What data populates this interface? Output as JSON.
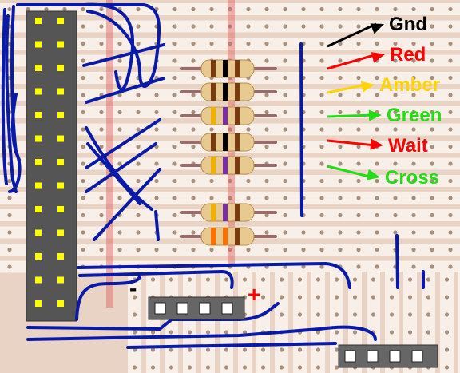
{
  "diagram": {
    "board": "stripboard",
    "labels": [
      {
        "id": "gnd",
        "text": "Gnd",
        "color": "#000000"
      },
      {
        "id": "red",
        "text": "Red",
        "color": "#ff0000"
      },
      {
        "id": "amber",
        "text": "Amber",
        "color": "#ffd400"
      },
      {
        "id": "green",
        "text": "Green",
        "color": "#22dd11"
      },
      {
        "id": "wait",
        "text": "Wait",
        "color": "#ff0000"
      },
      {
        "id": "cross",
        "text": "Cross",
        "color": "#22dd11"
      }
    ],
    "minus_sign": "-",
    "plus_sign": "+",
    "colors": {
      "board": "#e8d3c4",
      "strip": "#f7efe8",
      "hole": "#a8907c",
      "cut_line": "#e06060",
      "wire": "#0a1aa8",
      "header": "#555555",
      "pin": "#ffff00",
      "resistor_body": "#e8c98f",
      "lead": "#9a6b6b"
    },
    "resistors": [
      {
        "bands": [
          "#7a3a10",
          "#000000",
          "#7a3a10"
        ]
      },
      {
        "bands": [
          "#7a3a10",
          "#000000",
          "#7a3a10"
        ]
      },
      {
        "bands": [
          "#f0b000",
          "#7a2da8",
          "#7a3a10"
        ]
      },
      {
        "bands": [
          "#7a3a10",
          "#000000",
          "#7a3a10"
        ]
      },
      {
        "bands": [
          "#f0b000",
          "#7a2da8",
          "#7a3a10"
        ]
      },
      {
        "bands": [
          "#f0b000",
          "#7a2da8",
          "#7a3a10"
        ]
      },
      {
        "bands": [
          "#ff7000",
          "#ff7000",
          "#7a3a10"
        ]
      }
    ],
    "header_pin_rows": 13,
    "connector_a_pins": 4,
    "connector_b_pins": 4
  }
}
